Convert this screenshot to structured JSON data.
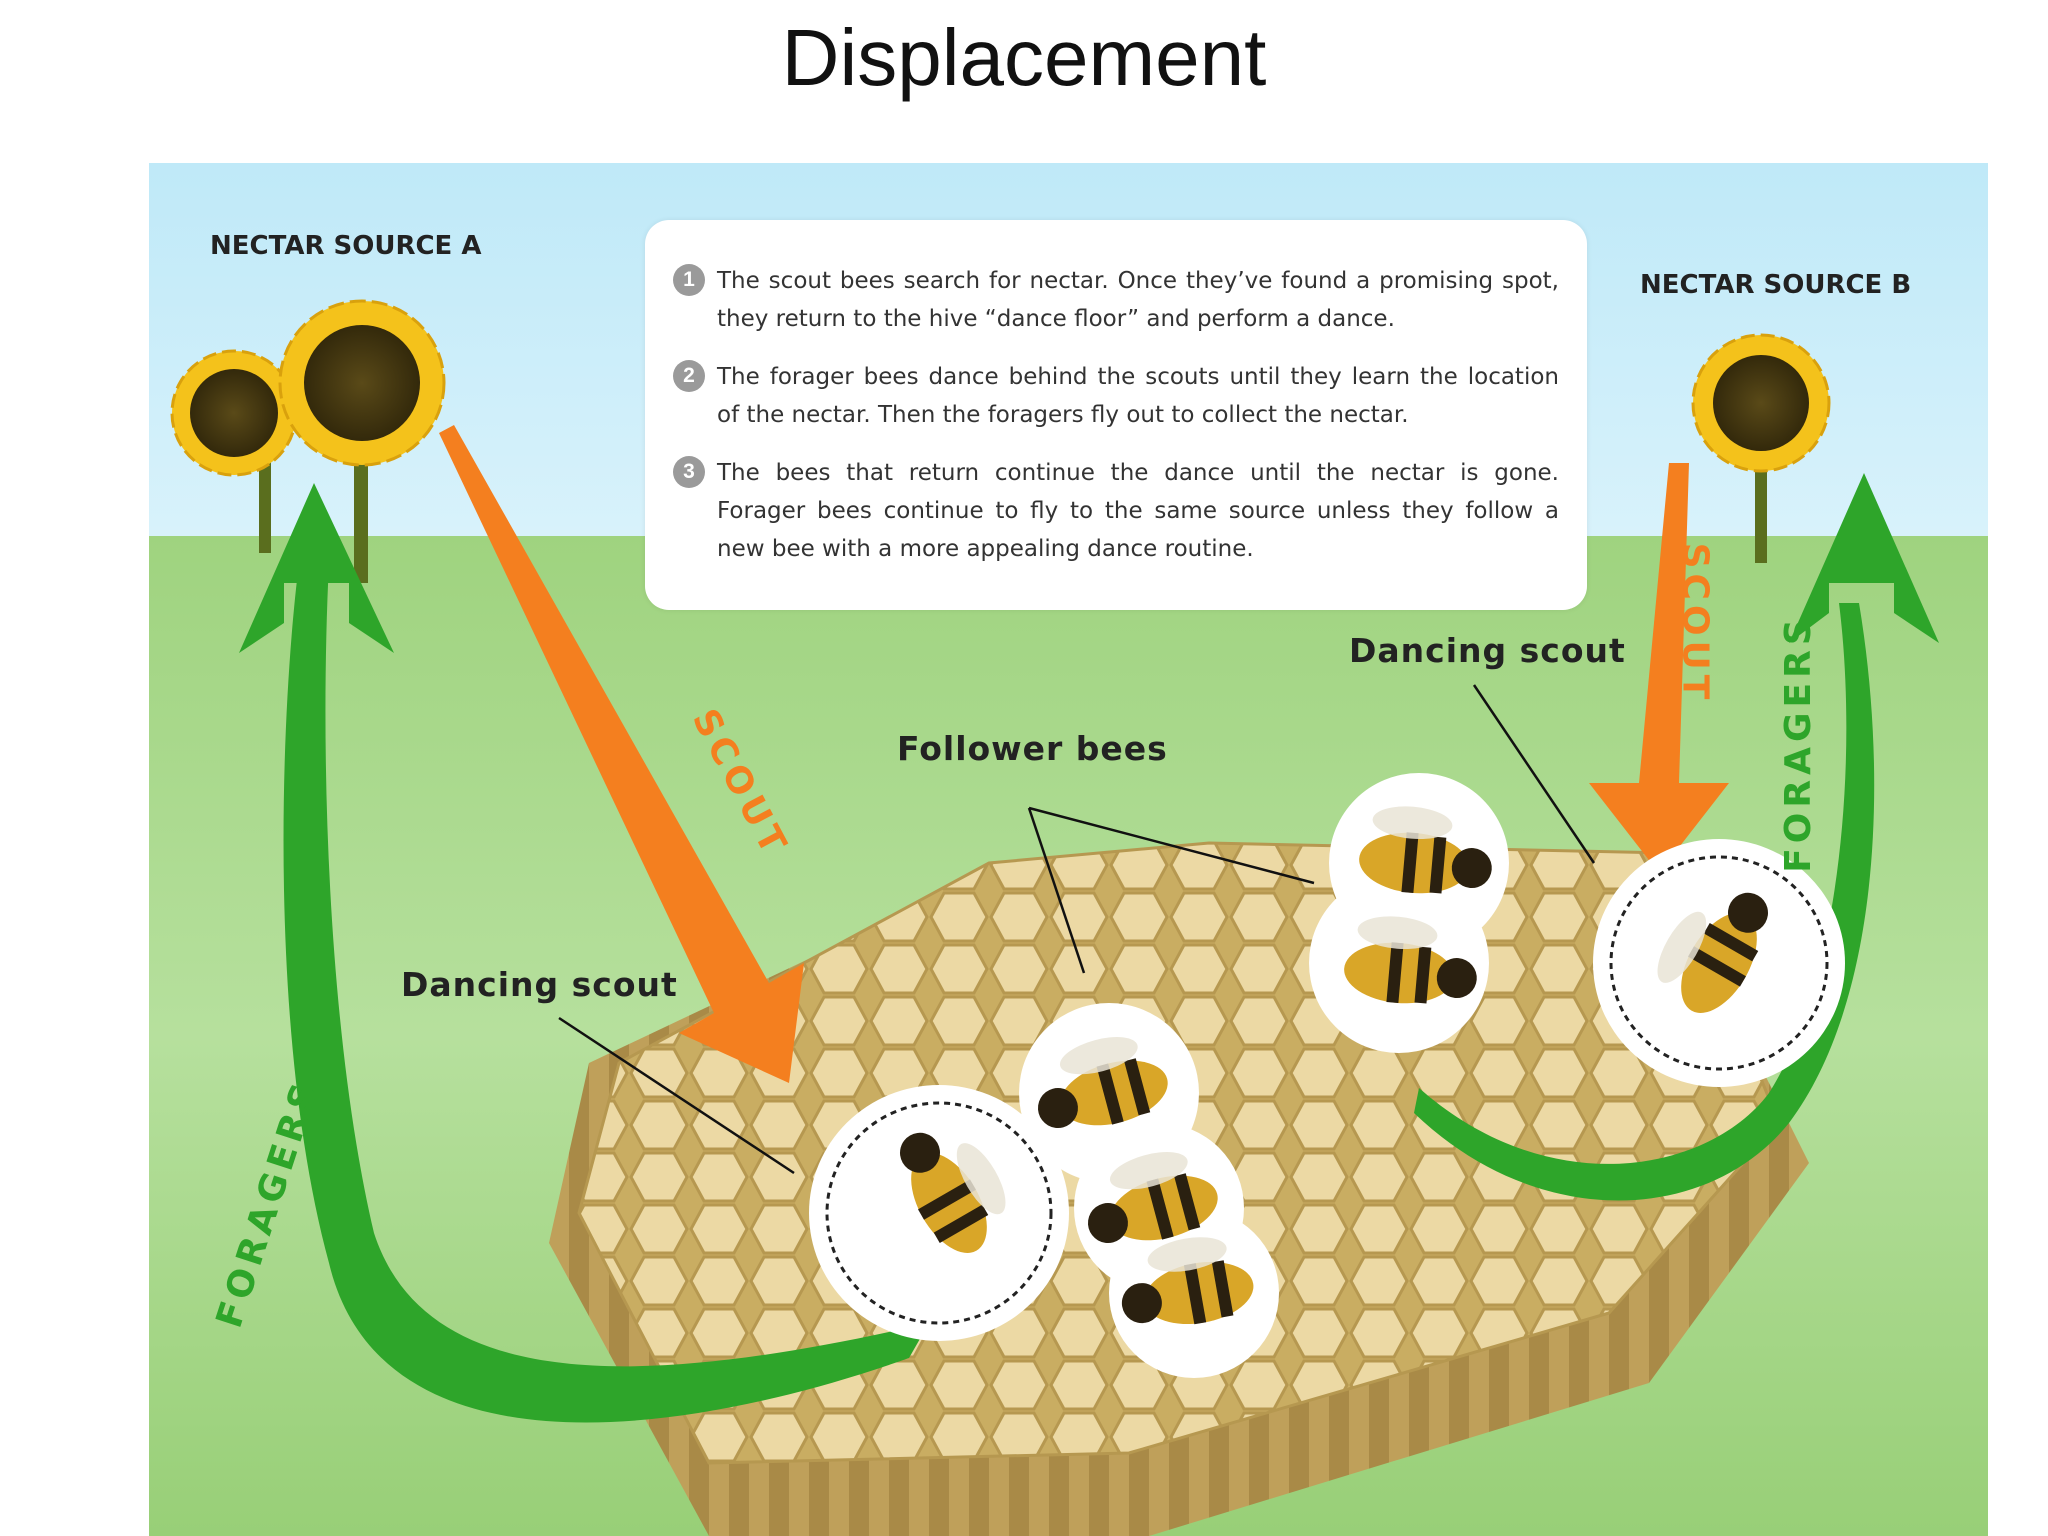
{
  "title": "Displacement",
  "diagram": {
    "source_a_label": "NECTAR SOURCE A",
    "source_b_label": "NECTAR SOURCE B",
    "steps": [
      {
        "num": "1",
        "text": "The scout bees search for nectar. Once they’ve found a promising spot, they return to the hive “dance floor” and perform a dance."
      },
      {
        "num": "2",
        "text": "The forager bees dance behind the scouts until they learn the location of the nectar. Then the foragers fly out to collect the nectar."
      },
      {
        "num": "3",
        "text": "The bees that return continue the dance until the nectar is gone. Forager bees continue to fly to the same source unless they follow a new bee with a more appealing dance routine."
      }
    ],
    "callouts": {
      "dancing_scout_left": "Dancing scout",
      "dancing_scout_right": "Dancing scout",
      "follower_bees": "Follower bees"
    },
    "arrows": {
      "scout_left": "SCOUT",
      "scout_right": "SCOUT",
      "foragers_left": "FORAGERS",
      "foragers_right": "FORAGERS"
    },
    "colors": {
      "sky": "#c8ecf8",
      "grass": "#a8d98a",
      "scout_arrow": "#f47f1f",
      "forager_arrow": "#2ea52a",
      "honeycomb": "#e4cf9a",
      "sunflower_petal": "#f4c21b",
      "sunflower_center": "#4a3c12"
    }
  }
}
